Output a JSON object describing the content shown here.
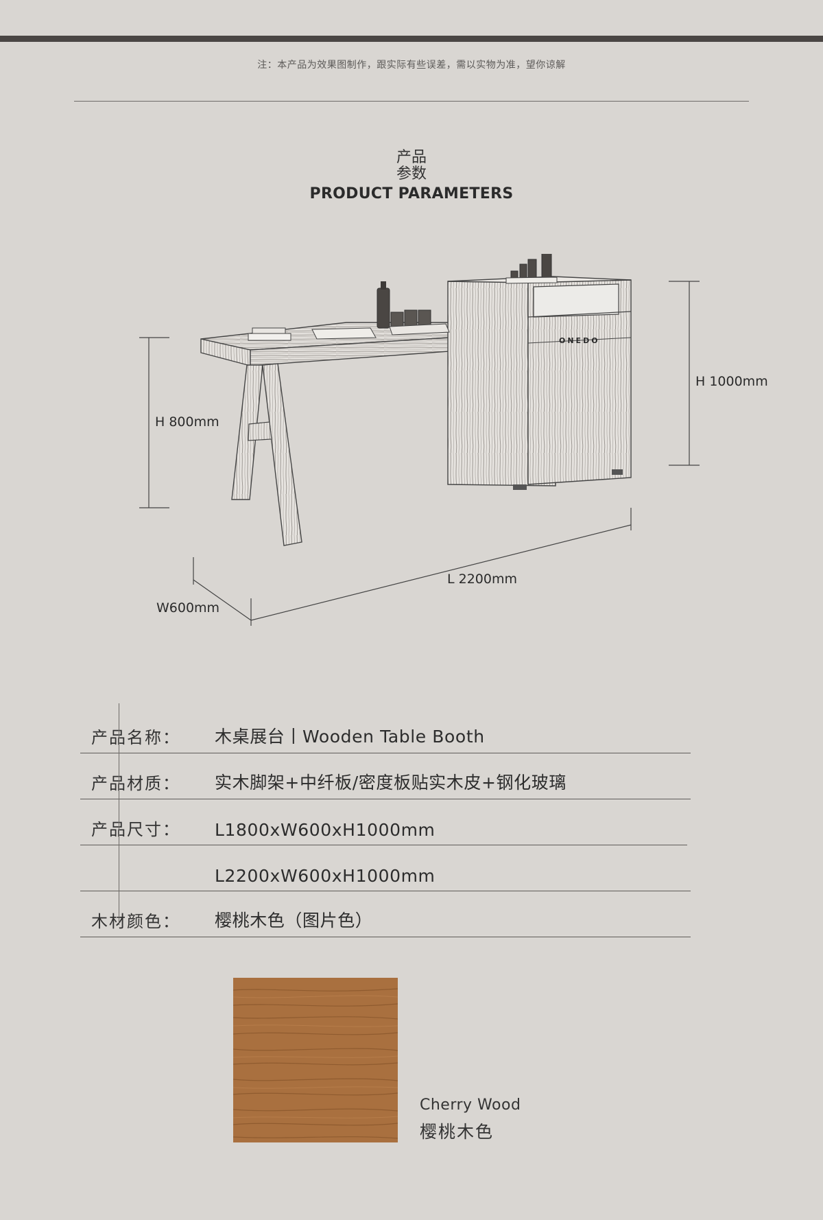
{
  "note": "注：本产品为效果图制作，跟实际有些误差，需以实物为准，望你谅解",
  "section_title": {
    "cn_line1": "产品",
    "cn_line2": "参数",
    "en": "PRODUCT PARAMETERS"
  },
  "drawing": {
    "brand_text": "ONEDO",
    "dim_height_table": "H 800mm",
    "dim_height_cabinet": "H 1000mm",
    "dim_length": "L 2200mm",
    "dim_width": "W600mm"
  },
  "specs": [
    {
      "label": "产品名称：",
      "value": "木桌展台丨Wooden Table Booth"
    },
    {
      "label": "产品材质：",
      "value": "实木脚架+中纤板/密度板贴实木皮+钢化玻璃"
    },
    {
      "label": "产品尺寸：",
      "value": "L1800xW600xH1000mm"
    },
    {
      "label": "",
      "value": "L2200xW600xH1000mm"
    },
    {
      "label": "木材颜色：",
      "value": "樱桃木色（图片色）"
    }
  ],
  "swatch": {
    "name_en": "Cherry Wood",
    "name_cn": "樱桃木色",
    "color": "#a9703f"
  }
}
